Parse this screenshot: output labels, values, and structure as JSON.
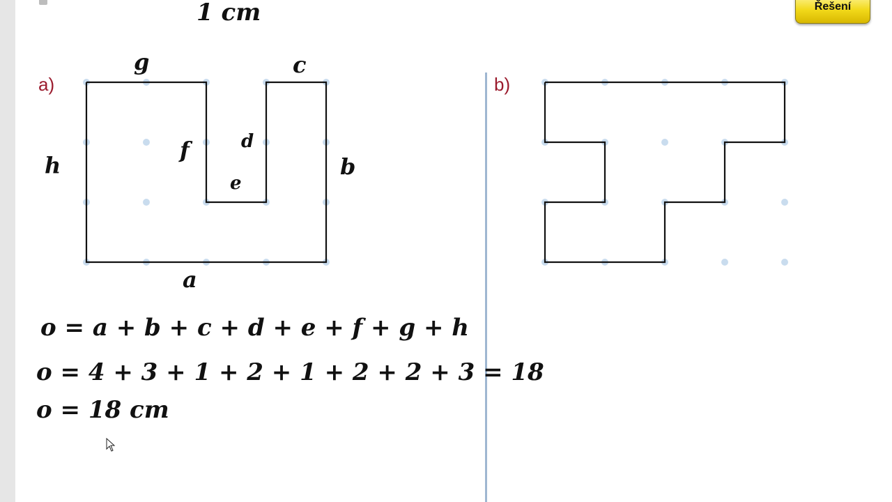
{
  "toolbar": {
    "solution_label": "Řešení"
  },
  "header": {
    "scale_note": "1 cm"
  },
  "part_a": {
    "label": "a)",
    "sides": {
      "a": "a",
      "b": "b",
      "c": "c",
      "d": "d",
      "e": "e",
      "f": "f",
      "g": "g",
      "h": "h"
    },
    "equations": [
      "o = a + b + c + d + e + f + g + h",
      "o = 4 + 3 + 1 + 2 + 1 + 2 + 2 + 3 = 18",
      "o = 18 cm"
    ]
  },
  "part_b": {
    "label": "b)"
  },
  "icons": {
    "cursor": "arrow-cursor-icon"
  },
  "colors": {
    "part_label": "#9b1c2e",
    "divider": "#9fb7d1",
    "grid_dot": "#c9dcee",
    "button": "#f2d91a"
  }
}
